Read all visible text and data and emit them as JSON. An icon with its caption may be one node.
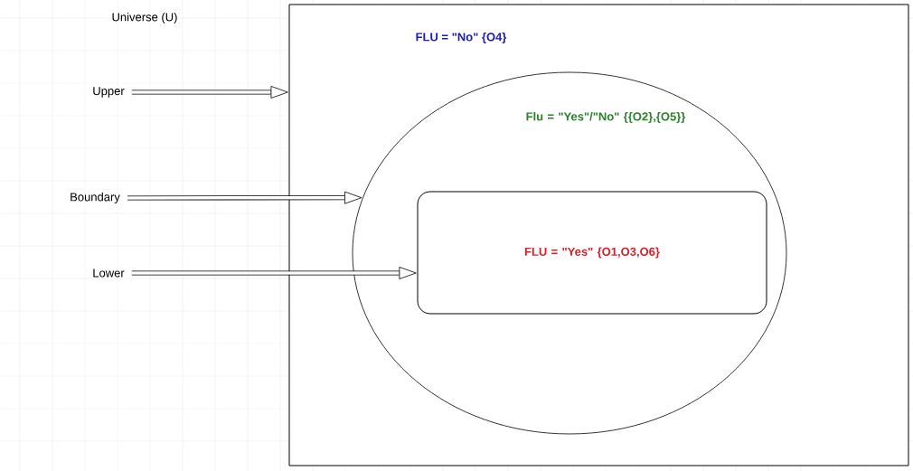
{
  "diagram": {
    "nodes": [
      {
        "text": [
          "FLU = \"No\" {O4}"
        ]
      },
      {
        "text": [
          "Flu = \"Yes\"/\"No\" {{O2},{O5}}"
        ],
        "in": 0
      },
      {
        "text": [
          "FLU = \"Yes\" {O1,O3,O6}"
        ],
        "in": 1
      },
      {
        "text": [
          "Upper"
        ]
      },
      {
        "text": [
          "Boundary"
        ]
      },
      {
        "text": [
          "Lower"
        ]
      }
    ],
    "edges": [
      {
        "from": 3,
        "to": 0,
        "arrow": "to"
      },
      {
        "from": 4,
        "to": 1,
        "arrow": "to"
      },
      {
        "from": 5,
        "to": 2,
        "arrow": "to"
      }
    ],
    "labels": [
      "Universe (U)"
    ]
  }
}
